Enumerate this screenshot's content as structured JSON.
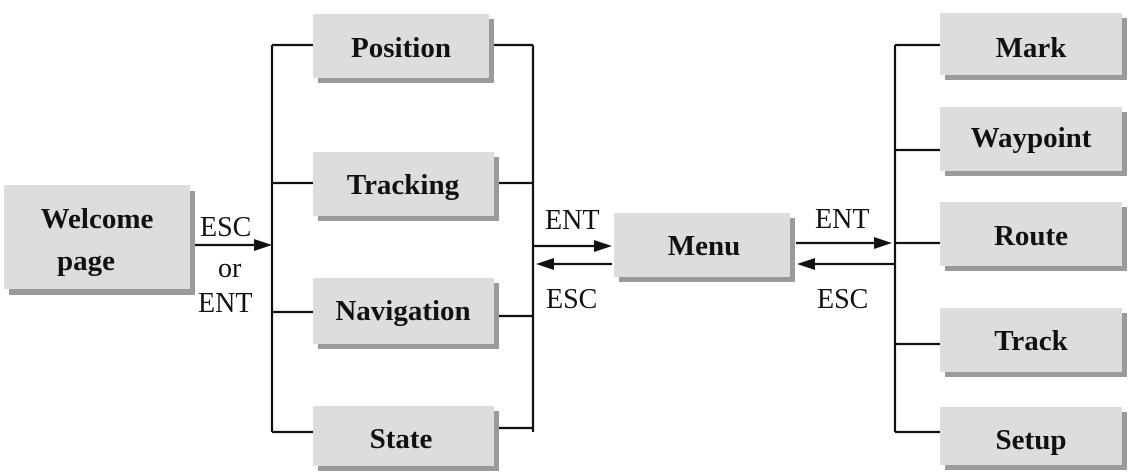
{
  "nodes": {
    "welcome": {
      "line1": "Welcome",
      "line2": "page"
    },
    "position": "Position",
    "tracking": "Tracking",
    "navigation": "Navigation",
    "state": "State",
    "menu": "Menu",
    "mark": "Mark",
    "waypoint": "Waypoint",
    "route": "Route",
    "track": "Track",
    "setup": "Setup"
  },
  "edge_labels": {
    "welcome_esc": "ESC",
    "welcome_or": "or",
    "welcome_ent": "ENT",
    "to_menu_ent": "ENT",
    "from_menu_esc": "ESC",
    "menu_right_ent": "ENT",
    "menu_right_esc": "ESC"
  },
  "colors": {
    "box_fill": "#dddddd",
    "box_shadow": "#9a9a9a",
    "line": "#111111"
  }
}
